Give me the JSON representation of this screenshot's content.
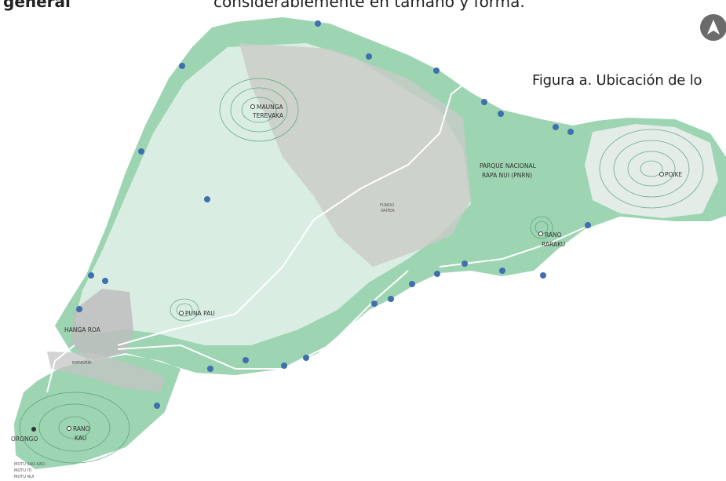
{
  "header": {
    "left_word": "general",
    "right_text": "considerablemente en tamaño y forma."
  },
  "caption": "Figura a. Ubicación de lo",
  "north_arrow": {
    "icon": "north-arrow-icon",
    "color": "#6b6b6b"
  },
  "map": {
    "colors": {
      "park": "#9dd4b2",
      "interior": "#d9ede2",
      "fundo": "#c9cbc6",
      "town": "#bdbdbd",
      "roads": "#ffffff",
      "contours": "#4f9a73",
      "markers": "#3f6fae"
    },
    "labels": {
      "maunga_terevaka": [
        "MAUNGA",
        "TEREVAKA"
      ],
      "parque_nacional": [
        "PARQUE NACIONAL",
        "RAPA NUI (PNRN)"
      ],
      "fundo_vaitea": [
        "FUNDO",
        "VAITEA"
      ],
      "poike": "POIKE",
      "rano_raraku": [
        "RANO",
        "RARAKU"
      ],
      "puna_pau": "PUNA PAU",
      "hanga_roa": "HANGA ROA",
      "mataveri": "MATAVERI",
      "orongo": "ORONGO",
      "rano_kau": [
        "RANO",
        "KAU"
      ],
      "islet_1": "MOTU KAO KAO",
      "islet_2": "MOTU ITI",
      "islet_3": "MOTU NUI"
    }
  }
}
